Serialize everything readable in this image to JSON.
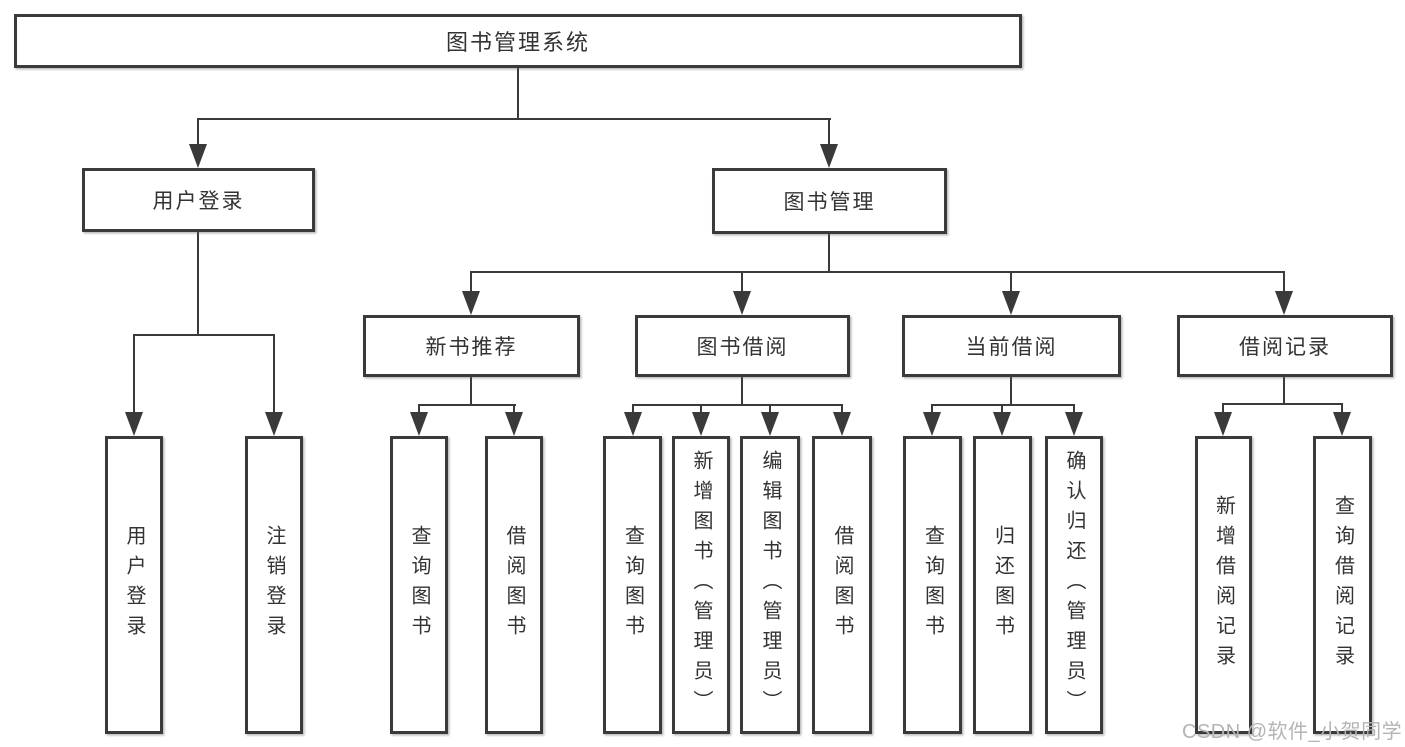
{
  "colors": {
    "line": "#3a3a3a",
    "text": "#333333",
    "background": "#ffffff",
    "watermark": "#b4b4b4"
  },
  "watermark": {
    "text": "CSDN @软件_小贺同学"
  },
  "tree": {
    "root": {
      "label": "图书管理系统"
    },
    "level2": [
      {
        "label": "用户登录"
      },
      {
        "label": "图书管理"
      }
    ],
    "level3": [
      {
        "label": "新书推荐"
      },
      {
        "label": "图书借阅"
      },
      {
        "label": "当前借阅"
      },
      {
        "label": "借阅记录"
      }
    ],
    "leaves": [
      {
        "label": "用户登录"
      },
      {
        "label": "注销登录"
      },
      {
        "label": "查询图书"
      },
      {
        "label": "借阅图书"
      },
      {
        "label": "查询图书"
      },
      {
        "label": "新增图书（管理员）"
      },
      {
        "label": "编辑图书（管理员）"
      },
      {
        "label": "借阅图书"
      },
      {
        "label": "查询图书"
      },
      {
        "label": "归还图书"
      },
      {
        "label": "确认归还（管理员）"
      },
      {
        "label": "新增借阅记录"
      },
      {
        "label": "查询借阅记录"
      }
    ]
  }
}
